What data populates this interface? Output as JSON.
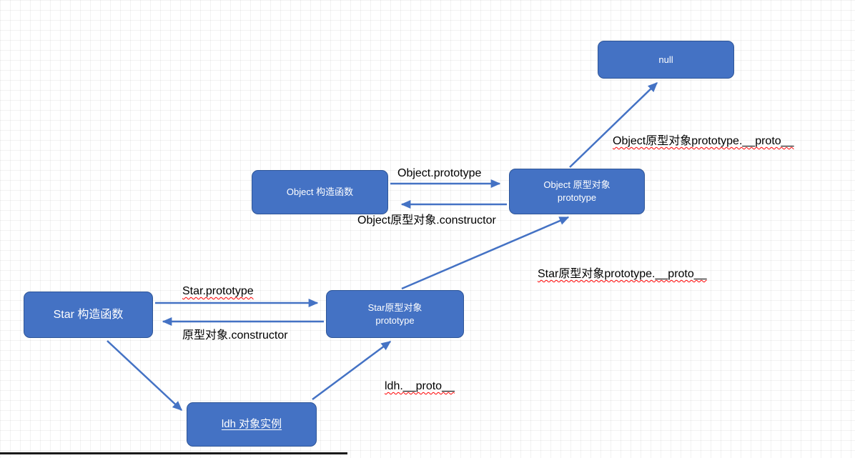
{
  "colors": {
    "node_fill": "#4472C4",
    "node_border": "#2E5597",
    "arrow": "#4472C4",
    "label_text": "#000000",
    "spellcheck_underline": "#FF0000"
  },
  "nodes": {
    "null_node": {
      "label": "null"
    },
    "object_constructor": {
      "label": "Object 构造函数"
    },
    "object_prototype": {
      "line1": "Object 原型对象",
      "line2": "prototype"
    },
    "star_constructor": {
      "label": "Star 构造函数"
    },
    "star_prototype": {
      "line1": "Star原型对象",
      "line2": "prototype"
    },
    "ldh_instance": {
      "label": "ldh 对象实例"
    }
  },
  "edges": {
    "object_prototype_label": "Object.prototype",
    "object_constructor_label": "Object原型对象.constructor",
    "object_proto_label": "Object原型对象prototype.__proto__",
    "star_prototype_label": "Star.prototype",
    "star_constructor_label": "原型对象.constructor",
    "star_proto_label": "Star原型对象prototype.__proto__",
    "ldh_proto_label": "ldh.__proto__"
  }
}
